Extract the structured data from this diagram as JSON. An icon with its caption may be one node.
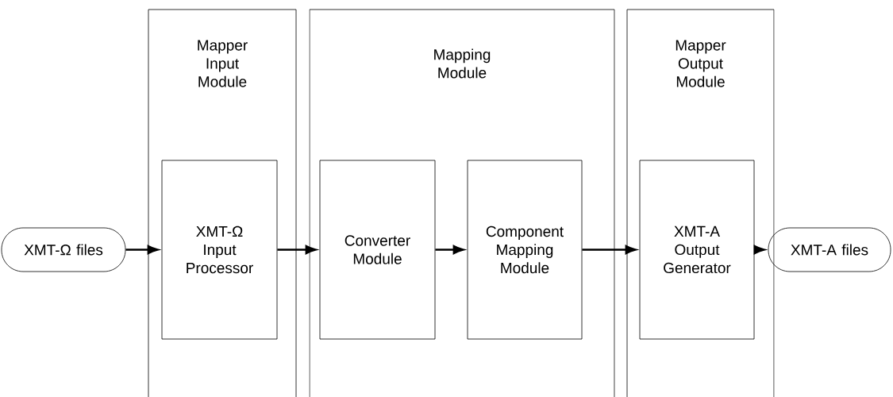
{
  "diagram": {
    "nodes": [
      {
        "text": [
          "XMT-Ω files"
        ]
      },
      {
        "text": [
          "Mapper Input Module"
        ]
      },
      {
        "text": [
          "XMT-Ω Input Processor"
        ],
        "in": 1
      },
      {
        "text": [
          "Mapping Module"
        ]
      },
      {
        "text": [
          "Converter Module"
        ],
        "in": 3
      },
      {
        "text": [
          "Component Mapping Module"
        ],
        "in": 3
      },
      {
        "text": [
          "Mapper Output Module"
        ]
      },
      {
        "text": [
          "XMT-A Output Generator"
        ],
        "in": 6
      },
      {
        "text": [
          "XMT-A files"
        ]
      }
    ],
    "edges": [
      {
        "from": 0,
        "to": 2,
        "arrow": "to"
      },
      {
        "from": 2,
        "to": 4,
        "arrow": "to"
      },
      {
        "from": 4,
        "to": 5,
        "arrow": "to"
      },
      {
        "from": 5,
        "to": 7,
        "arrow": "to"
      },
      {
        "from": 7,
        "to": 8,
        "arrow": "to"
      }
    ]
  }
}
